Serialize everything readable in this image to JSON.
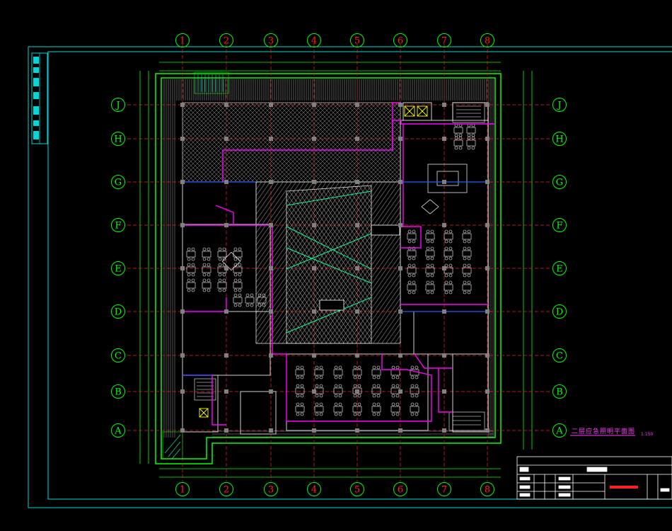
{
  "grid": {
    "columns": [
      "1",
      "2",
      "3",
      "4",
      "5",
      "6",
      "7",
      "8"
    ],
    "rows": [
      "J",
      "H",
      "G",
      "F",
      "E",
      "D",
      "C",
      "B",
      "A"
    ]
  },
  "drawing": {
    "title": "二层应急照明平面图",
    "scale": "1:150"
  },
  "colors": {
    "background": "#000000",
    "frame": "#00d7d7",
    "wall": "#00ff00",
    "grid_axis": "#ff2020",
    "bubble": "#00ff00",
    "circuit": "#ff00ff",
    "hatch": "#c8c8c8",
    "furniture": "#ffffff",
    "accent_blue": "#2060ff",
    "accent_yellow": "#ffff00"
  }
}
